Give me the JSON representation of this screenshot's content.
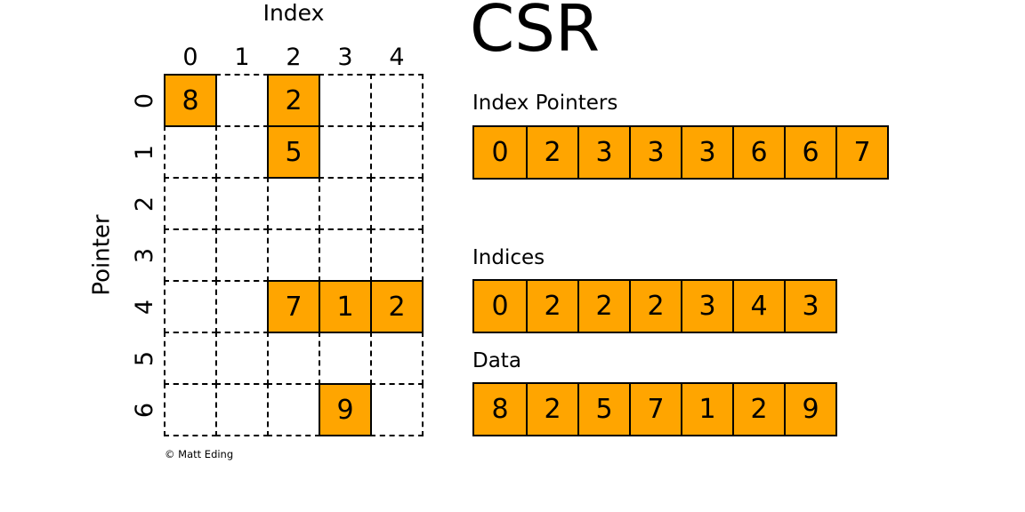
{
  "title": "CSR",
  "copyright": "© Matt Eding",
  "colors": {
    "cell_fill": "#FFA500",
    "line": "#000000"
  },
  "matrix": {
    "x_axis_label": "Index",
    "y_axis_label": "Pointer",
    "col_labels": [
      "0",
      "1",
      "2",
      "3",
      "4"
    ],
    "row_labels": [
      "0",
      "1",
      "2",
      "3",
      "4",
      "5",
      "6"
    ],
    "filled_cells": [
      {
        "row": 0,
        "col": 0,
        "value": "8"
      },
      {
        "row": 0,
        "col": 2,
        "value": "2"
      },
      {
        "row": 1,
        "col": 2,
        "value": "5"
      },
      {
        "row": 4,
        "col": 2,
        "value": "7"
      },
      {
        "row": 4,
        "col": 3,
        "value": "1"
      },
      {
        "row": 4,
        "col": 4,
        "value": "2"
      },
      {
        "row": 6,
        "col": 3,
        "value": "9"
      }
    ]
  },
  "arrays": [
    {
      "label": "Index Pointers",
      "values": [
        "0",
        "2",
        "3",
        "3",
        "3",
        "6",
        "6",
        "7"
      ]
    },
    {
      "label": "Indices",
      "values": [
        "0",
        "2",
        "2",
        "2",
        "3",
        "4",
        "3"
      ]
    },
    {
      "label": "Data",
      "values": [
        "8",
        "2",
        "5",
        "7",
        "1",
        "2",
        "9"
      ]
    }
  ]
}
